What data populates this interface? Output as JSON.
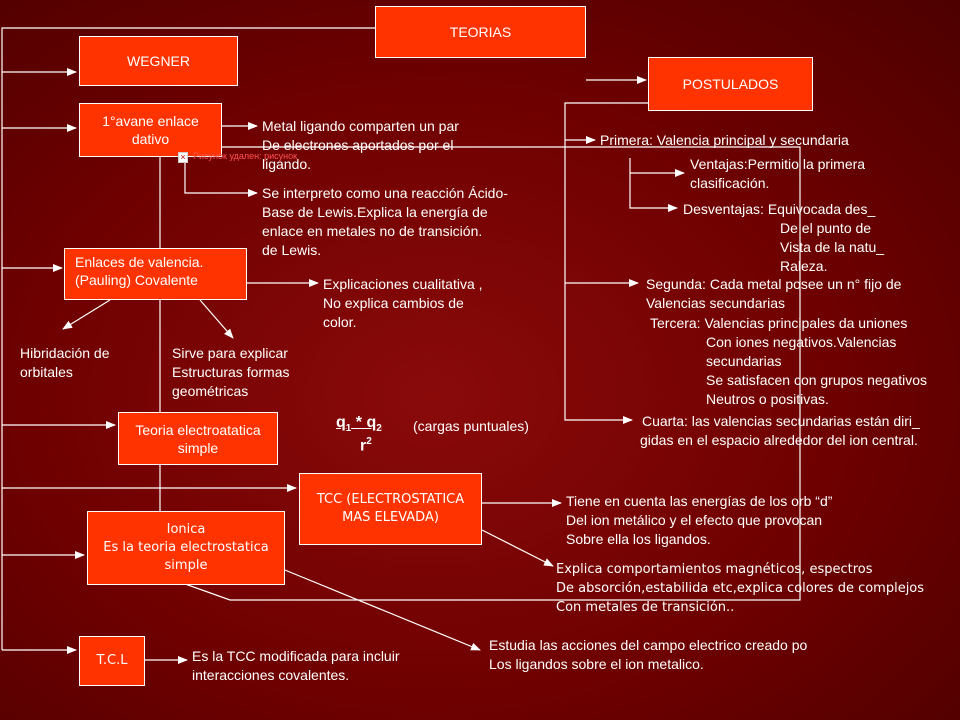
{
  "colors": {
    "background": "#6e0000",
    "box_fill": "#ff3300",
    "box_border": "#ffffff",
    "line": "#ffffff"
  },
  "boxes": {
    "teorias": "TEORIAS",
    "wegner": "WEGNER",
    "postulados": "POSTULADOS",
    "avance": [
      "1°avane enlace",
      "dativo"
    ],
    "enlaces_valencia": [
      "Enlaces de valencia.",
      "(Pauling) Covalente"
    ],
    "teoria_electro": [
      "Teoria electroatatica",
      "simple"
    ],
    "tcc": [
      "TCC (ELECTROSTATICA",
      "MAS ELEVADA)"
    ],
    "ionica": [
      "Ionica",
      "Es la teoria electrostatica",
      "simple"
    ],
    "tcl": "T.C.L"
  },
  "texts": {
    "metal_ligando": [
      "Metal ligando comparten un par",
      "De electrones aportados por el",
      "ligando."
    ],
    "broken_image_caption": "Рисунок удален: рисунок",
    "se_interpreto": [
      "Se interpreto como una reacción Ácido-",
      "Base de Lewis.Explica la energía de",
      "enlace en metales no de transición.",
      "de Lewis."
    ],
    "explicaciones": [
      "Explicaciones cualitativa ,",
      "No explica cambios de",
      "color."
    ],
    "hibridacion": [
      "Hibridación de",
      "orbitales"
    ],
    "sirve_para": [
      "Sirve para explicar",
      "Estructuras formas",
      "geométricas"
    ],
    "formula": {
      "numerator_left": "q",
      "sub1": "1",
      "times": " * ",
      "numerator_right": "q",
      "sub2": "2",
      "denominator": "r",
      "sup": "2"
    },
    "cargas": "(cargas puntuales)",
    "tiene_en_cuenta": [
      "Tiene en cuenta las energías de los orb “d”",
      "Del ion metálico y el efecto que provocan",
      "Sobre ella los ligandos."
    ],
    "explica_comportamientos": [
      "Explica comportamientos magnéticos, espectros",
      "De absorción,estabilida etc,explica colores de complejos",
      "Con metales de transición.."
    ],
    "estudia": [
      "Estudia las acciones del  campo electrico creado po",
      "Los ligandos sobre el ion metalico."
    ],
    "es_la_tcc": [
      "Es la TCC modificada para incluir",
      "interacciones covalentes."
    ],
    "primera": "Primera: Valencia principal y secundaria",
    "ventajas": [
      "Ventajas:Permitio la primera",
      "clasificación."
    ],
    "desventajas": [
      "Desventajas: Equivocada des_",
      "De el punto de",
      "Vista de la natu_",
      "Raleza."
    ],
    "segunda": [
      "Segunda: Cada metal posee un n° fijo de",
      "Valencias secundarias"
    ],
    "tercera": [
      "Tercera: Valencias principales da uniones",
      "Con iones negativos.Valencias",
      "secundarias",
      "Se satisfacen con grupos negativos",
      "Neutros o positivas."
    ],
    "cuarta": [
      "Cuarta: las valencias secundarias están diri_",
      "gidas en el espacio alrededor del ion central."
    ]
  }
}
